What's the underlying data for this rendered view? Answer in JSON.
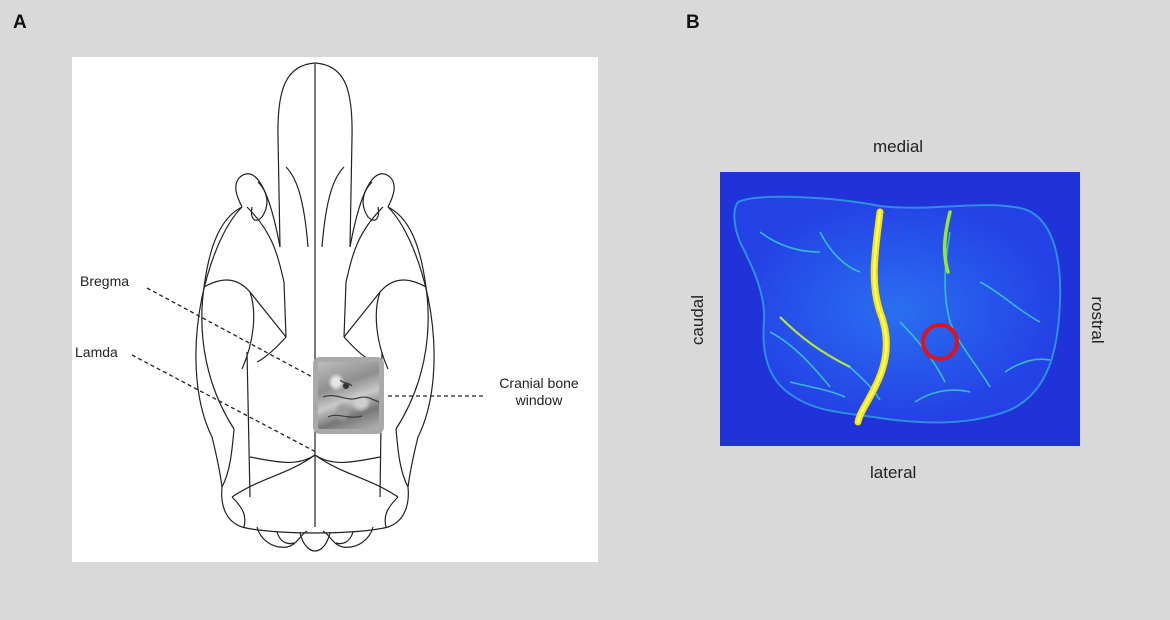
{
  "panels": {
    "a": {
      "label": "A"
    },
    "b": {
      "label": "B"
    }
  },
  "skull_annotations": {
    "bregma": "Bregma",
    "lamda": "Lamda",
    "window_line1": "Cranial bone",
    "window_line2": "window"
  },
  "orientation": {
    "top": "medial",
    "bottom": "lateral",
    "left": "caudal",
    "right": "rostral"
  },
  "colors": {
    "background": "#d9d9d9",
    "flow_background": "#1f33d9",
    "vessel_yellow": "#f6e01a",
    "vessel_cyan": "#35c9c4",
    "roi_circle": "#e0121b"
  }
}
